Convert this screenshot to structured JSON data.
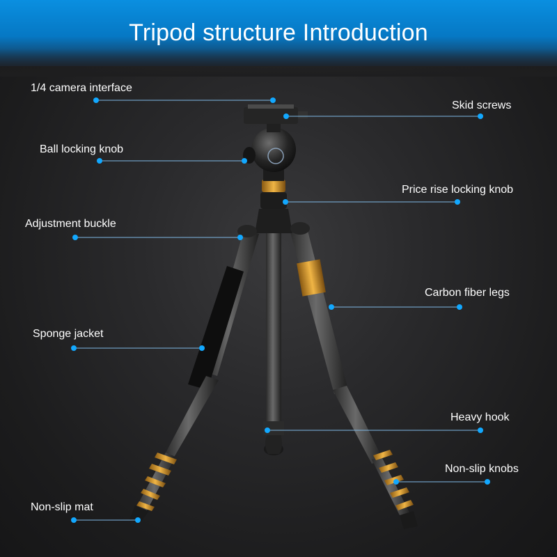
{
  "title": "Tripod structure Introduction",
  "colors": {
    "banner": "#0a8fe0",
    "callout": "#12a8ff",
    "accent": "#d99a2b"
  },
  "labels": {
    "camera_interface": "1/4 camera interface",
    "skid_screws": "Skid screws",
    "ball_locking_knob": "Ball locking knob",
    "price_rise_locking_knob": "Price rise locking knob",
    "adjustment_buckle": "Adjustment buckle",
    "carbon_fiber_legs": "Carbon fiber legs",
    "sponge_jacket": "Sponge jacket",
    "heavy_hook": "Heavy hook",
    "non_slip_knobs": "Non-slip knobs",
    "non_slip_mat": "Non-slip mat"
  }
}
